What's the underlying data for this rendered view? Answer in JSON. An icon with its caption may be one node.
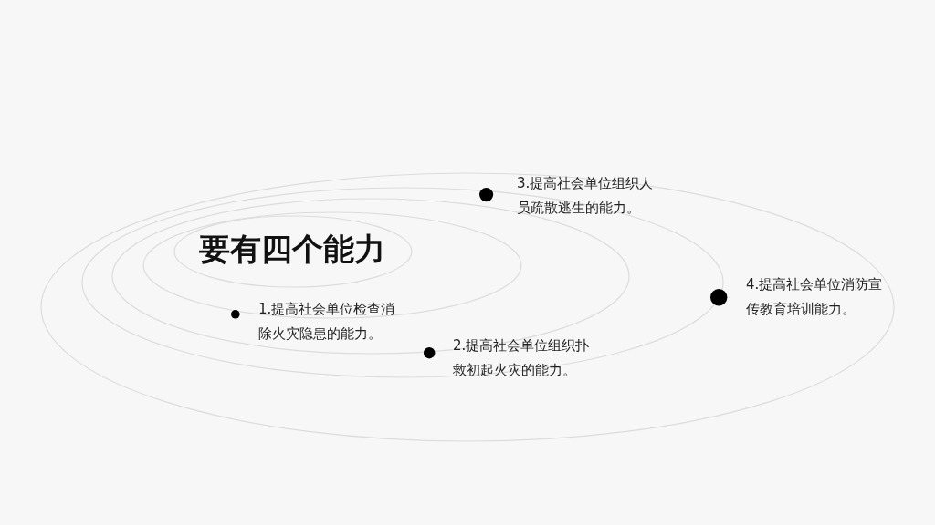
{
  "diagram": {
    "title": "要有四个能力",
    "nodes": [
      {
        "text": [],
        "shape": "circle",
        "beside": [
          "1.提高社会单位检查消除火灾隐患的能力。"
        ]
      },
      {
        "text": [],
        "shape": "circle",
        "beside": [
          "2.提高社会单位组织扑救初起火灾的能力。"
        ]
      },
      {
        "text": [],
        "shape": "circle",
        "beside": [
          "3.提高社会单位组织人员疏散逃生的能力。"
        ]
      },
      {
        "text": [],
        "shape": "circle",
        "beside": [
          "4.提高社会单位消防宣传教育培训能力。"
        ]
      }
    ]
  }
}
